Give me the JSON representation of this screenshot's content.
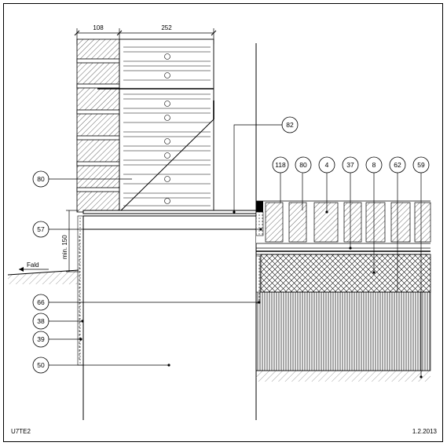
{
  "dimensions": {
    "brick": "108",
    "insulation": "252",
    "min_height": "min. 150"
  },
  "ground_label": "Fald",
  "callouts_left": [
    "80",
    "57",
    "66",
    "38",
    "39",
    "50"
  ],
  "callouts_right": [
    "118",
    "80",
    "4",
    "37",
    "8",
    "62",
    "59"
  ],
  "callout_top": "82",
  "drawing_code": "U7TE2",
  "drawing_date": "1.2.2013"
}
